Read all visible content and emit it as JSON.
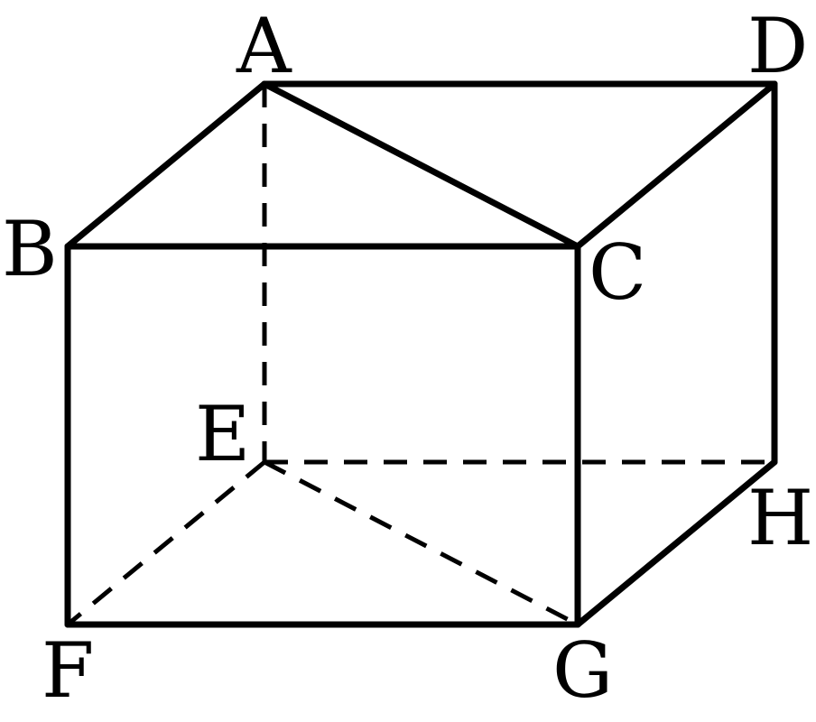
{
  "vertices": {
    "A": {
      "label": "A"
    },
    "B": {
      "label": "B"
    },
    "C": {
      "label": "C"
    },
    "D": {
      "label": "D"
    },
    "E": {
      "label": "E"
    },
    "F": {
      "label": "F"
    },
    "G": {
      "label": "G"
    },
    "H": {
      "label": "H"
    }
  },
  "edges": [
    {
      "from": "A",
      "to": "D",
      "style": "solid"
    },
    {
      "from": "A",
      "to": "B",
      "style": "solid"
    },
    {
      "from": "A",
      "to": "C",
      "style": "solid"
    },
    {
      "from": "B",
      "to": "C",
      "style": "solid"
    },
    {
      "from": "C",
      "to": "D",
      "style": "solid"
    },
    {
      "from": "B",
      "to": "F",
      "style": "solid"
    },
    {
      "from": "C",
      "to": "G",
      "style": "solid"
    },
    {
      "from": "D",
      "to": "H",
      "style": "solid"
    },
    {
      "from": "F",
      "to": "G",
      "style": "solid"
    },
    {
      "from": "G",
      "to": "H",
      "style": "solid"
    },
    {
      "from": "A",
      "to": "E",
      "style": "dashed"
    },
    {
      "from": "E",
      "to": "F",
      "style": "dashed"
    },
    {
      "from": "E",
      "to": "G",
      "style": "dashed"
    },
    {
      "from": "E",
      "to": "H",
      "style": "dashed"
    }
  ]
}
